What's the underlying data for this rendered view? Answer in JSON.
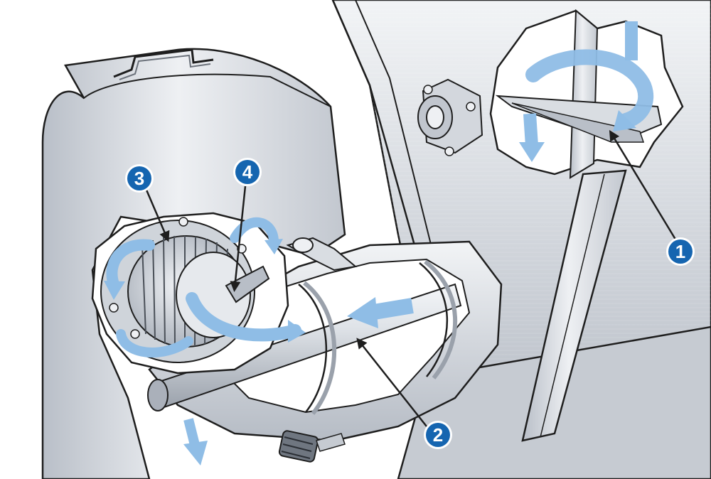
{
  "illustration": {
    "colors": {
      "metal_light": "#e8ebef",
      "metal_mid": "#c7ccd3",
      "metal_dark": "#8f96a0",
      "outline": "#1e1e1e",
      "flow_arrow": "#8fbde6",
      "callout_fill": "#1565b0",
      "callout_ring": "#ffffff"
    },
    "callouts": [
      {
        "id": "callout-1",
        "number": "1"
      },
      {
        "id": "callout-2",
        "number": "2"
      },
      {
        "id": "callout-3",
        "number": "3"
      },
      {
        "id": "callout-4",
        "number": "4"
      }
    ]
  }
}
